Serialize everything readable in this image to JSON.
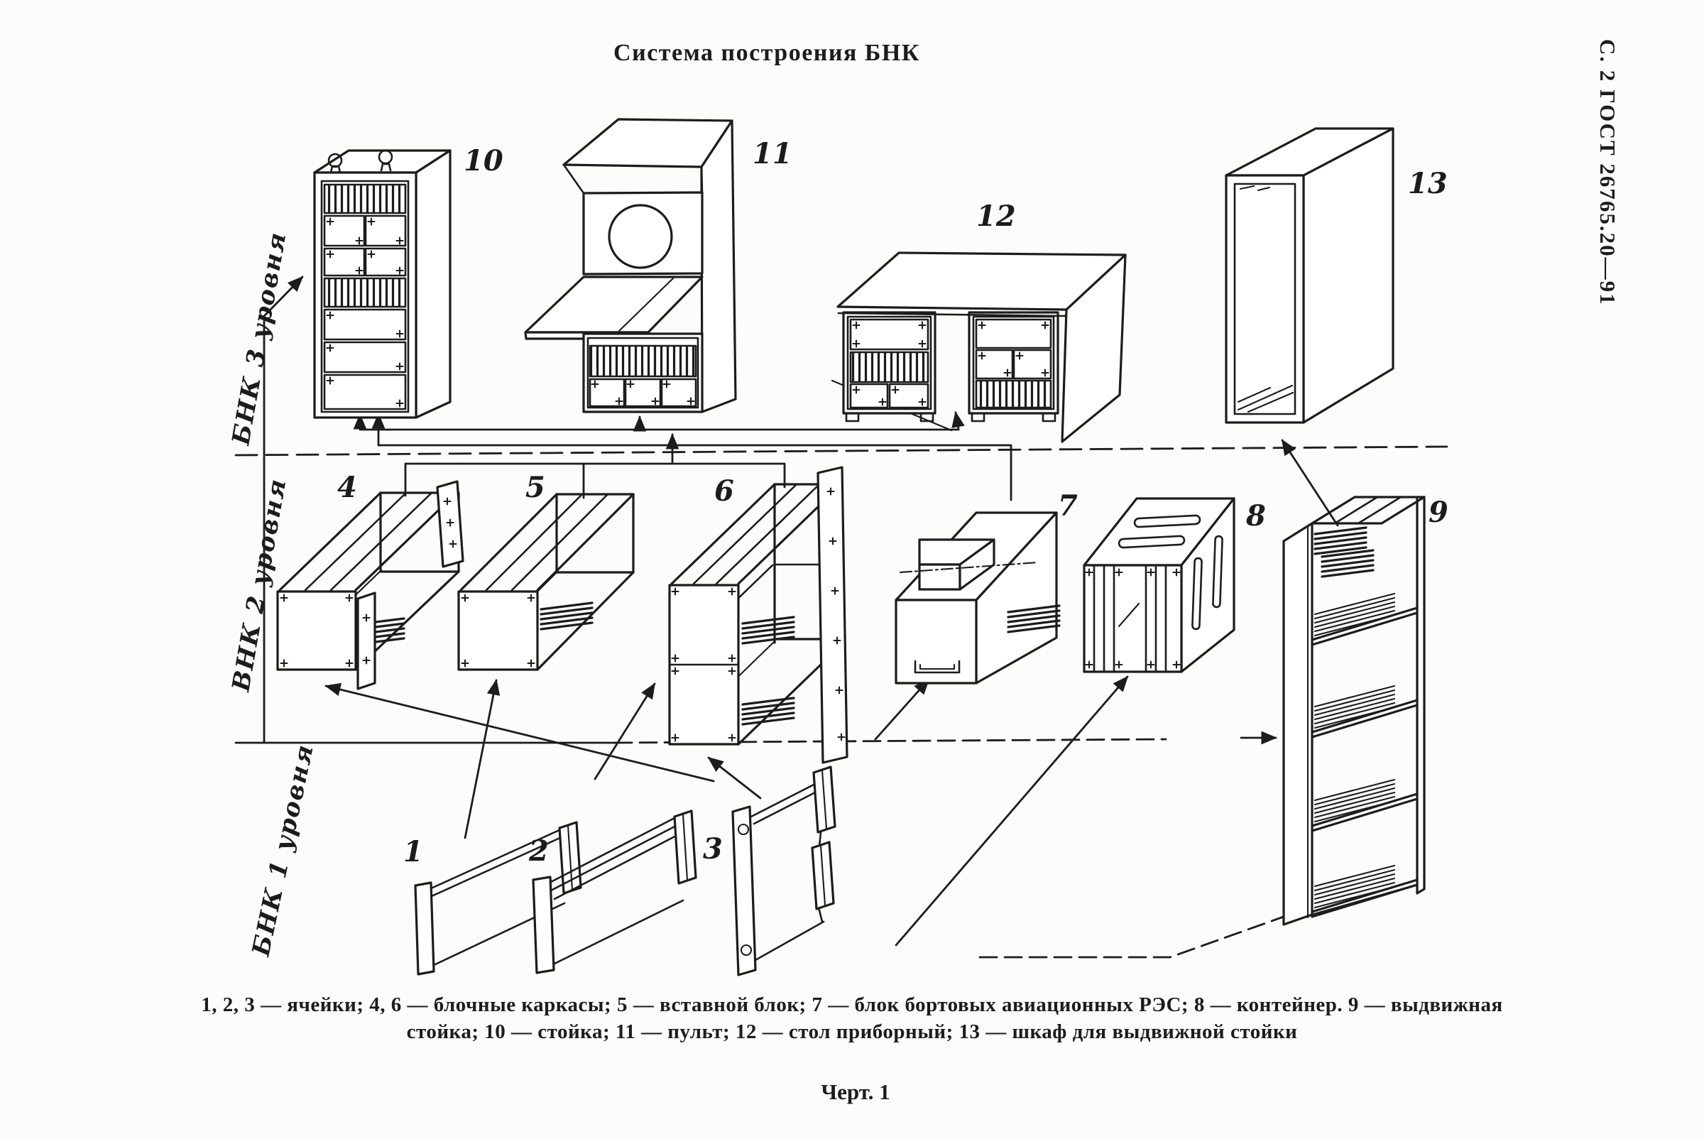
{
  "page": {
    "title": "Система построения БНК",
    "edge_note": "С. 2 ГОСТ 26765.20—91"
  },
  "level_labels": {
    "l3": "БНК 3 уровня",
    "l2": "ВНК 2 уровня",
    "l1": "БНК 1 уровня"
  },
  "callouts": {
    "n1": "1",
    "n2": "2",
    "n3": "3",
    "n4": "4",
    "n5": "5",
    "n6": "6",
    "n7": "7",
    "n8": "8",
    "n9": "9",
    "n10": "10",
    "n11": "11",
    "n12": "12",
    "n13": "13"
  },
  "legend": {
    "line1": "1, 2, 3 — ячейки; 4, 6 — блочные каркасы; 5 — вставной блок; 7 — блок бортовых авиационных РЭС; 8 — контейнер. 9 — выдвижная",
    "line2": "стойка; 10 — стойка; 11 — пульт; 12 — стол приборный; 13 — шкаф для выдвижной стойки",
    "figure_caption": "Черт. 1"
  },
  "ink_color": "#1c1c1c",
  "paper_color": "#fcfcfa"
}
